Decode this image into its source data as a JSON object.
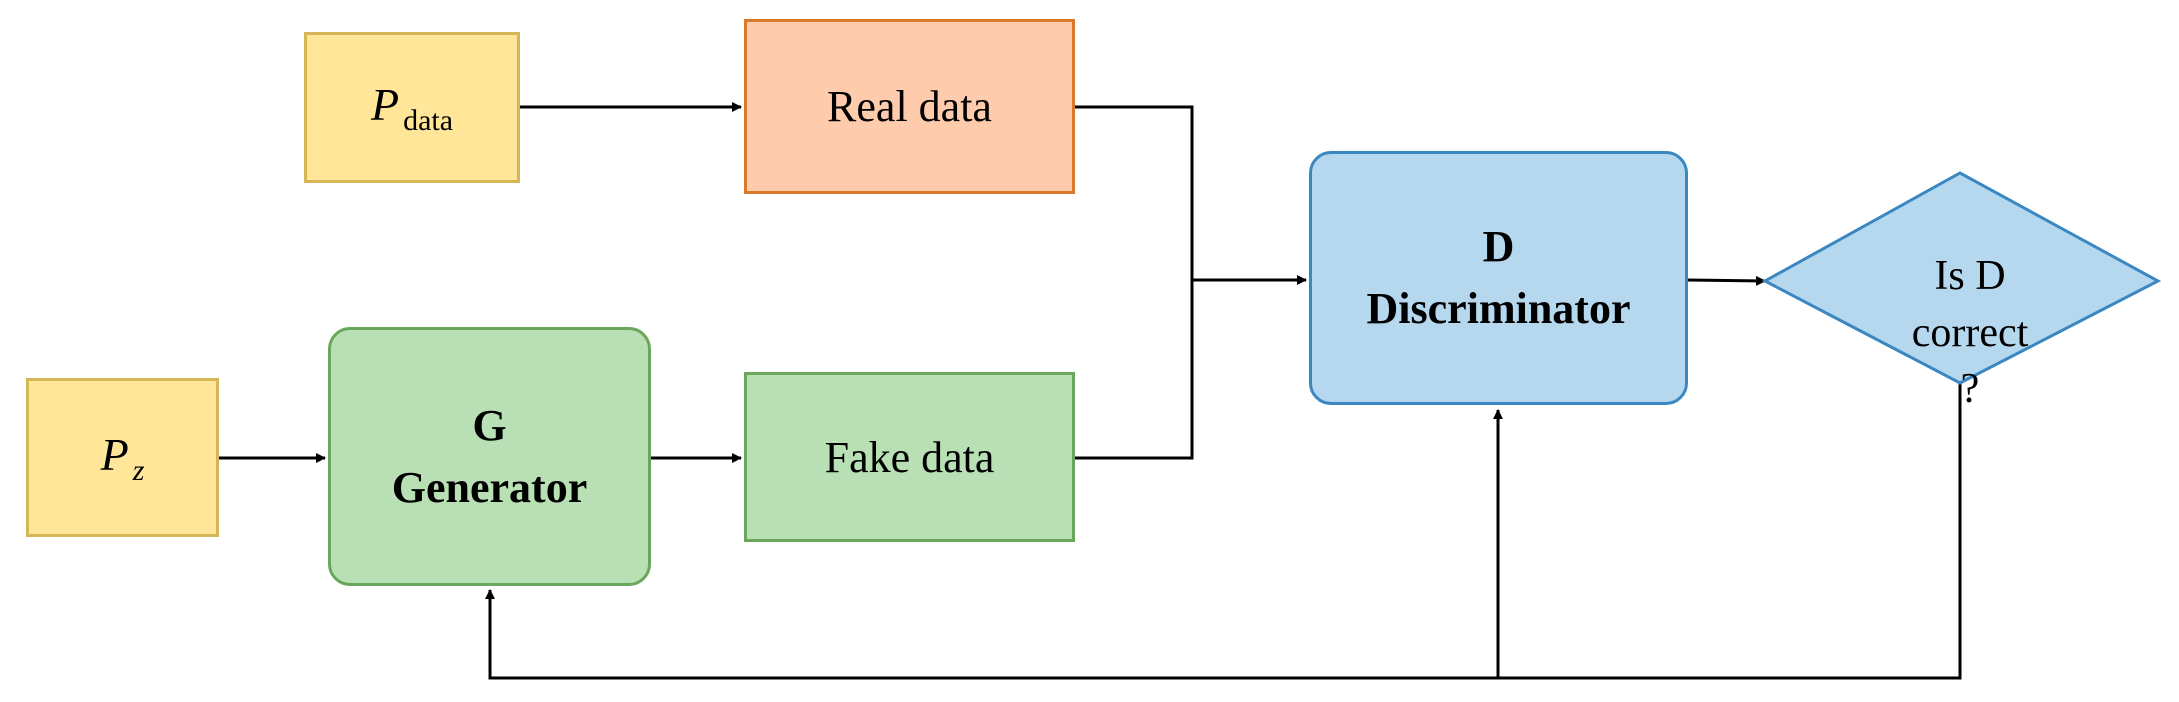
{
  "nodes": {
    "p_data": {
      "symbol": "P",
      "subscript": "data"
    },
    "p_z": {
      "symbol": "P",
      "subscript": "z"
    },
    "real_data": {
      "label": "Real data"
    },
    "fake_data": {
      "label": "Fake data"
    },
    "generator": {
      "letter": "G",
      "label": "Generator"
    },
    "discriminator": {
      "letter": "D",
      "label": "Discriminator"
    },
    "decision": {
      "line1": "Is D",
      "line2": "correct",
      "line3": "?"
    }
  },
  "colors": {
    "yellow_fill": "#ffe699",
    "orange_fill": "#ffcbad",
    "green_fill": "#b9e0b4",
    "blue_fill": "#b5d8ef",
    "arrow": "#000000"
  }
}
